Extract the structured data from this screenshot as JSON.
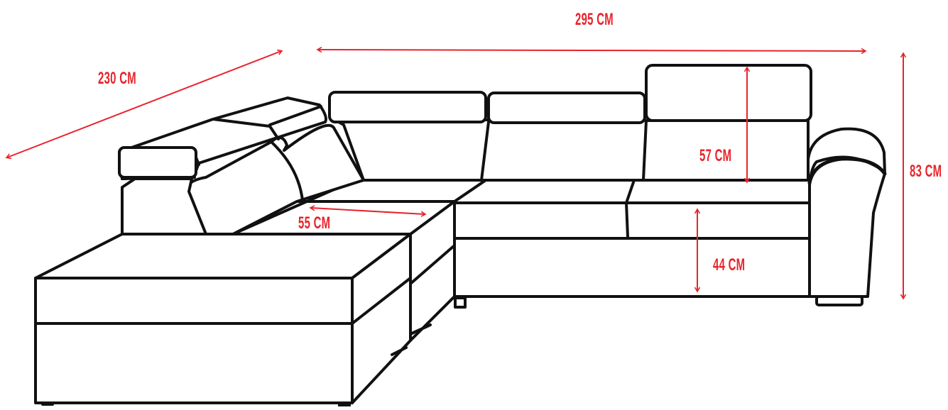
{
  "colors": {
    "dimension": "#e8232b",
    "outline": "#111111",
    "background": "#ffffff"
  },
  "dimensions": {
    "total_width": "295 CM",
    "chaise_length": "230 CM",
    "total_height": "83 CM",
    "backrest_height": "57 CM",
    "seat_height": "44 CM",
    "seat_depth": "55 CM"
  }
}
